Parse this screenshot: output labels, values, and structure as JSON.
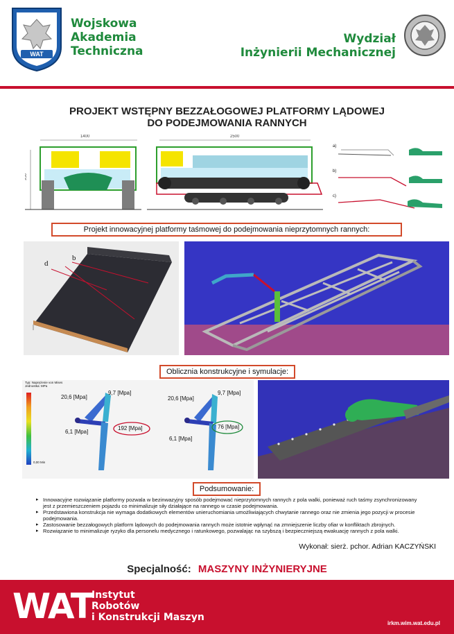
{
  "header": {
    "left_line1": "Wojskowa",
    "left_line2": "Akademia",
    "left_line3": "Techniczna",
    "left_logo_text": "WAT",
    "right_line1": "Wydział",
    "right_line2": "Inżynierii Mechanicznej"
  },
  "title": {
    "line1": "PROJEKT WSTĘPNY BEZZAŁOGOWEJ PLATFORMY LĄDOWEJ",
    "line2": "DO PODEJMOWANIA RANNYCH"
  },
  "drawings": {
    "dim_width_front": "1400",
    "dim_height_front": "950",
    "dim_width_side": "2500",
    "step_a": "a)",
    "step_b": "b)",
    "step_c": "c)"
  },
  "sections": {
    "project_label": "Projekt innowacyjnej platformy taśmowej do podejmowania nieprzytomnych rannych:",
    "calc_label": "Oblicznia konstrukcyjne i symulacje:",
    "summary_label": "Podsumowanie:"
  },
  "render_labels": {
    "label_d": "d",
    "label_b": "b"
  },
  "simulation": {
    "legend_title": "Typ: Naprężenie von Mises",
    "legend_unit": "Jednostka: MPa",
    "legend_bottom": "0,00 Min",
    "left": {
      "a": "9,7 [Mpa]",
      "b": "20,6 [Mpa]",
      "c": "6,1 [Mpa]",
      "max": "192 [Mpa]"
    },
    "right": {
      "a": "9,7 [Mpa]",
      "b": "20,6 [Mpa]",
      "c": "6,1 [Mpa]",
      "max": "76 [Mpa]"
    }
  },
  "summary_points": [
    "Innowacyjne rozwiązanie platformy pozwala w bezinwazyjny sposób podejmować nieprzytomnych rannych z pola walki, ponieważ ruch taśmy zsynchronizowany jest z przemieszczeniem pojazdu co minimalizuje siły działające na rannego w czasie podejmowania.",
    "Przedstawiona konstrukcja nie wymaga dodatkowych elementów unieruchomiania umożliwiających chwytanie rannego oraz nie zmienia jego pozycji w procesie podejmowania.",
    "Zastosowanie bezzałogowych platform lądowych do podejmowania rannych może istotnie wpłynąć na zmniejszenie liczby ofiar w konfliktach zbrojnych.",
    "Rozwiązanie to minimalizuje ryzyko dla personelu medycznego i ratunkowego, pozwalając na szybszą i bezpieczniejszą ewakuację rannych z pola walki."
  ],
  "author": "Wykonał: sierż. pchor. Adrian KACZYŃSKI",
  "specialty": {
    "label": "Specjalność:",
    "value": "MASZYNY INŻYNIERYJNE"
  },
  "footer": {
    "logo": "WAT",
    "line1": "Instytut",
    "line2": "Robotów",
    "line3": "i Konstrukcji Maszyn",
    "url": "irkm.wim.wat.edu.pl"
  },
  "colors": {
    "accent_red": "#c8102e",
    "brand_green": "#1f8a3c"
  }
}
